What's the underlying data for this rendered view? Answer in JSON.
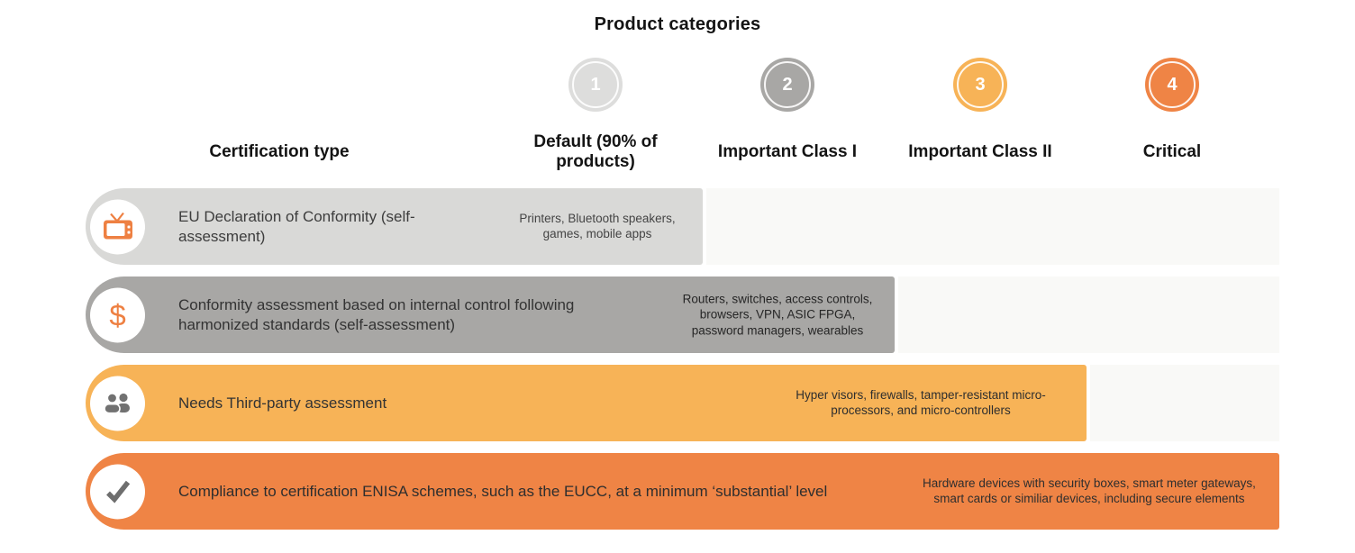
{
  "title": "Product categories",
  "cert_type_header": "Certification type",
  "columns": [
    {
      "number": "1",
      "label": "Default (90% of products)",
      "color": "#dddddc"
    },
    {
      "number": "2",
      "label": "Important Class I",
      "color": "#a8a7a5"
    },
    {
      "number": "3",
      "label": "Important Class II",
      "color": "#f7b357"
    },
    {
      "number": "4",
      "label": "Critical",
      "color": "#ef8445"
    }
  ],
  "rows": [
    {
      "icon": "tv-icon",
      "title": "EU Declaration of Conformity (self-assessment)",
      "examples": "Printers, Bluetooth speakers, games, mobile apps",
      "bar_color": "#d9d9d7",
      "category_span": "Default (90% of products)"
    },
    {
      "icon": "dollar-icon",
      "title": "Conformity assessment based on internal control following harmonized standards (self-assessment)",
      "examples": "Routers, switches, access controls, browsers, VPN, ASIC FPGA, password managers, wearables",
      "bar_color": "#a8a7a5",
      "category_span": "Important Class I"
    },
    {
      "icon": "people-icon",
      "title": "Needs Third-party assessment",
      "examples": "Hyper visors, firewalls, tamper-resistant micro-processors, and micro-controllers",
      "bar_color": "#f7b357",
      "category_span": "Important Class II"
    },
    {
      "icon": "check-icon",
      "title": "Compliance to certification ENISA schemes, such as the EUCC, at a minimum ‘substantial’ level",
      "examples": "Hardware devices with security boxes, smart meter gateways, smart cards or similiar devices, including secure elements",
      "bar_color": "#ef8445",
      "category_span": "Critical"
    }
  ],
  "palette": {
    "row_track_bg": "#f9f9f7",
    "icon_orange": "#ee8042",
    "icon_gray": "#717171",
    "check_gray": "#6e6e6e",
    "header_text": "#141414",
    "row_text": "#3d3d3d"
  }
}
